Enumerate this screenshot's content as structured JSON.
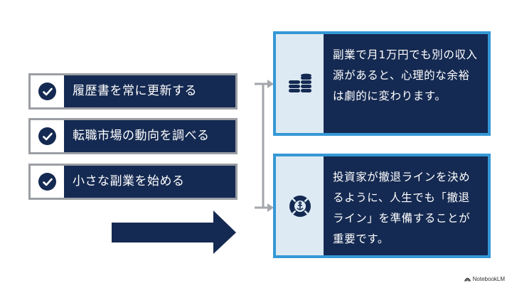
{
  "checklist": [
    {
      "label": "履歴書を常に更新する"
    },
    {
      "label": "転職市場の動向を調べる"
    },
    {
      "label": "小さな副業を始める"
    }
  ],
  "cards": [
    {
      "icon": "coin-stack-icon",
      "text": "副業で月1万円でも別の収入源があると、心理的な余裕は劇的に変わります。"
    },
    {
      "icon": "life-ring-icon",
      "text": "投資家が撤退ラインを決めるように、人生でも「撤退ライン」を準備することが重要です。"
    }
  ],
  "watermark": "NotebookLM",
  "colors": {
    "navy": "#152a52",
    "blue_border": "#3598d6",
    "icon_bg": "#ddeaf3",
    "gray_border": "#9b9ea3",
    "connector": "#9b9ea3"
  }
}
